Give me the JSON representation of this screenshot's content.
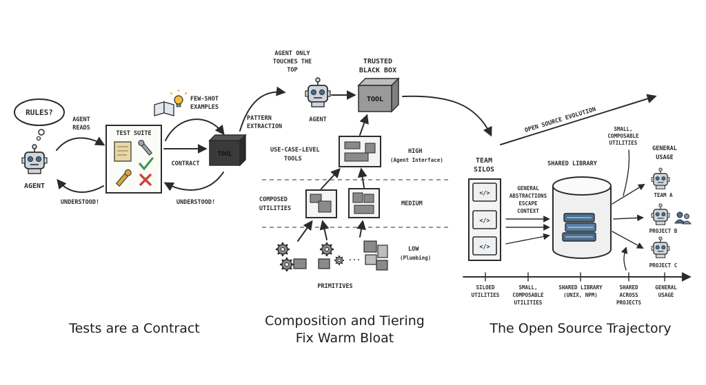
{
  "panel1": {
    "rules_bubble": "RULES?",
    "agent_reads": [
      "AGENT",
      "READS"
    ],
    "test_suite": "TEST SUITE",
    "contract": "CONTRACT",
    "tool_label": "TOOL",
    "agent_label": "AGENT",
    "understood_left": "UNDERSTOOD!",
    "understood_right": "UNDERSTOOD!",
    "few_shot": [
      "FEW-SHOT",
      "EXAMPLES"
    ],
    "caption": "Tests are a Contract"
  },
  "panel2": {
    "agent_only": [
      "AGENT ONLY",
      "TOUCHES THE",
      "TOP"
    ],
    "trusted": [
      "TRUSTED",
      "BLACK BOX"
    ],
    "tool_label": "TOOL",
    "pattern_extraction": [
      "PATTERN",
      "EXTRACTION"
    ],
    "agent_label": "AGENT",
    "use_case_tools": [
      "USE-CASE-LEVEL",
      "TOOLS"
    ],
    "high": "HIGH",
    "high_sub": "(Agent Interface)",
    "composed": [
      "COMPOSED",
      "UTILITIES"
    ],
    "medium": "MEDIUM",
    "low": "LOW",
    "low_sub": "(Plumbing)",
    "ellipsis": "...",
    "primitives": "PRIMITIVES",
    "caption": [
      "Composition and Tiering",
      "Fix Warm Bloat"
    ]
  },
  "panel3": {
    "evolution": "OPEN SOURCE EVOLUTION",
    "team_silos": [
      "TEAM",
      "SILOS"
    ],
    "general_abstractions": [
      "GENERAL",
      "ABSTRACTIONS",
      "ESCAPE",
      "CONTEXT"
    ],
    "shared_library": "SHARED LIBRARY",
    "small_composable_top": [
      "SMALL,",
      "COMPOSABLE",
      "UTILITIES"
    ],
    "general_usage_top": [
      "GENERAL",
      "USAGE"
    ],
    "team_a": "TEAM A",
    "project_b": "PROJECT B",
    "project_c": "PROJECT C",
    "code_glyph": "</>",
    "timeline": [
      [
        "SILOED",
        "UTILITIES"
      ],
      [
        "SMALL,",
        "COMPOSABLE",
        "UTILITIES"
      ],
      [
        "SHARED LIBRARY",
        "(UNIX, NPM)"
      ],
      [
        "SHARED",
        "ACROSS",
        "PROJECTS"
      ],
      [
        "GENERAL",
        "USAGE"
      ]
    ],
    "caption": "The Open Source Trajectory"
  },
  "colors": {
    "ink": "#2b2b2b",
    "paper": "#ffffff",
    "robot_body": "#cfd5da",
    "robot_eye": "#3f6f97",
    "scroll": "#e8d7a8",
    "wrench": "#d9a441",
    "check": "#3e9a4e",
    "cross": "#c9443a",
    "box_dark": "#3a3a3a",
    "box_gray": "#9a9a9a",
    "books": "#4b6f91",
    "bulb": "#f1c232"
  }
}
